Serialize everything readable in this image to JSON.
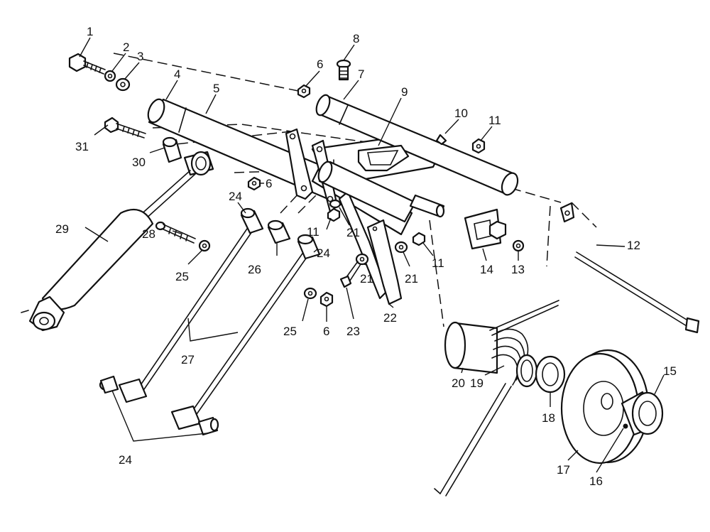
{
  "diagram": {
    "type": "exploded-parts-diagram",
    "colors": {
      "line": "#111111",
      "background": "#ffffff"
    },
    "callouts": [
      "1",
      "2",
      "3",
      "4",
      "5",
      "6",
      "6",
      "6",
      "6",
      "7",
      "8",
      "9",
      "10",
      "11",
      "11",
      "11",
      "11",
      "12",
      "13",
      "14",
      "15",
      "16",
      "17",
      "18",
      "19",
      "20",
      "21",
      "21",
      "21",
      "21",
      "22",
      "23",
      "24",
      "24",
      "24",
      "25",
      "25",
      "26",
      "27",
      "28",
      "29",
      "30",
      "31"
    ]
  }
}
